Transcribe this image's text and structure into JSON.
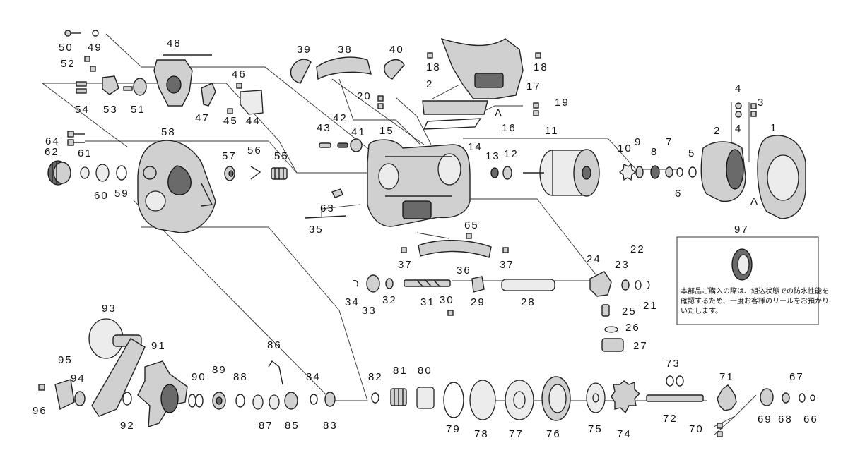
{
  "labels": {
    "p1": "1",
    "p2a": "2",
    "p2b": "2",
    "p3": "3",
    "p4a": "4",
    "p4b": "4",
    "p5": "5",
    "p6": "6",
    "p7": "7",
    "p8": "8",
    "p9": "9",
    "p10": "10",
    "p11": "11",
    "p12": "12",
    "p13": "13",
    "p14": "14",
    "p15": "15",
    "p16": "16",
    "p17": "17",
    "p18a": "18",
    "p18b": "18",
    "p19": "19",
    "p20": "20",
    "p21": "21",
    "p22": "22",
    "p23": "23",
    "p24": "24",
    "p25": "25",
    "p26": "26",
    "p27": "27",
    "p28": "28",
    "p29": "29",
    "p30": "30",
    "p31": "31",
    "p32": "32",
    "p33": "33",
    "p34": "34",
    "p35": "35",
    "p36": "36",
    "p37a": "37",
    "p37b": "37",
    "p38": "38",
    "p39": "39",
    "p40": "40",
    "p41": "41",
    "p42": "42",
    "p43": "43",
    "p44": "44",
    "p45": "45",
    "p46": "46",
    "p47": "47",
    "p48": "48",
    "p49": "49",
    "p50": "50",
    "p51": "51",
    "p52": "52",
    "p53": "53",
    "p54": "54",
    "p55": "55",
    "p56": "56",
    "p57": "57",
    "p58": "58",
    "p59": "59",
    "p60": "60",
    "p61": "61",
    "p62": "62",
    "p63": "63",
    "p64": "64",
    "p65": "65",
    "p66": "66",
    "p67": "67",
    "p68": "68",
    "p69": "69",
    "p70": "70",
    "p71": "71",
    "p72": "72",
    "p73": "73",
    "p74": "74",
    "p75": "75",
    "p76": "76",
    "p77": "77",
    "p78": "78",
    "p79": "79",
    "p80": "80",
    "p81": "81",
    "p82": "82",
    "p83": "83",
    "p84": "84",
    "p85": "85",
    "p86": "86",
    "p87": "87",
    "p88": "88",
    "p89": "89",
    "p90": "90",
    "p91": "91",
    "p92": "92",
    "p93": "93",
    "p94": "94",
    "p95": "95",
    "p96": "96",
    "p97": "97",
    "markA1": "A",
    "markA2": "A"
  },
  "note": {
    "line1": "本部品ご購入の際は、組込状態での防水性能を",
    "line2": "確認するため、一度お客様のリールをお預かり",
    "line3": "いたします。"
  }
}
